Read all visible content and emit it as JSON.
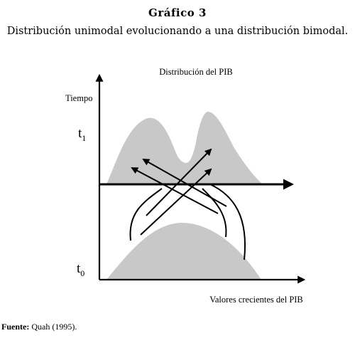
{
  "figure": {
    "label": "Gráfico 3",
    "description": "Distribución unimodal evolucionando a una distribución bimodal."
  },
  "diagram": {
    "panel_title": "Distribución del PIB",
    "y_axis_label": "Tiempo",
    "x_axis_label": "Valores crecientes del PIB",
    "time_labels": [
      {
        "base": "t",
        "sub": "1"
      },
      {
        "base": "t",
        "sub": "0"
      }
    ],
    "fill_color": "#c8c8c8",
    "line_color": "#000000"
  },
  "source": {
    "label": "Fuente:",
    "text": " Quah (1995)."
  }
}
